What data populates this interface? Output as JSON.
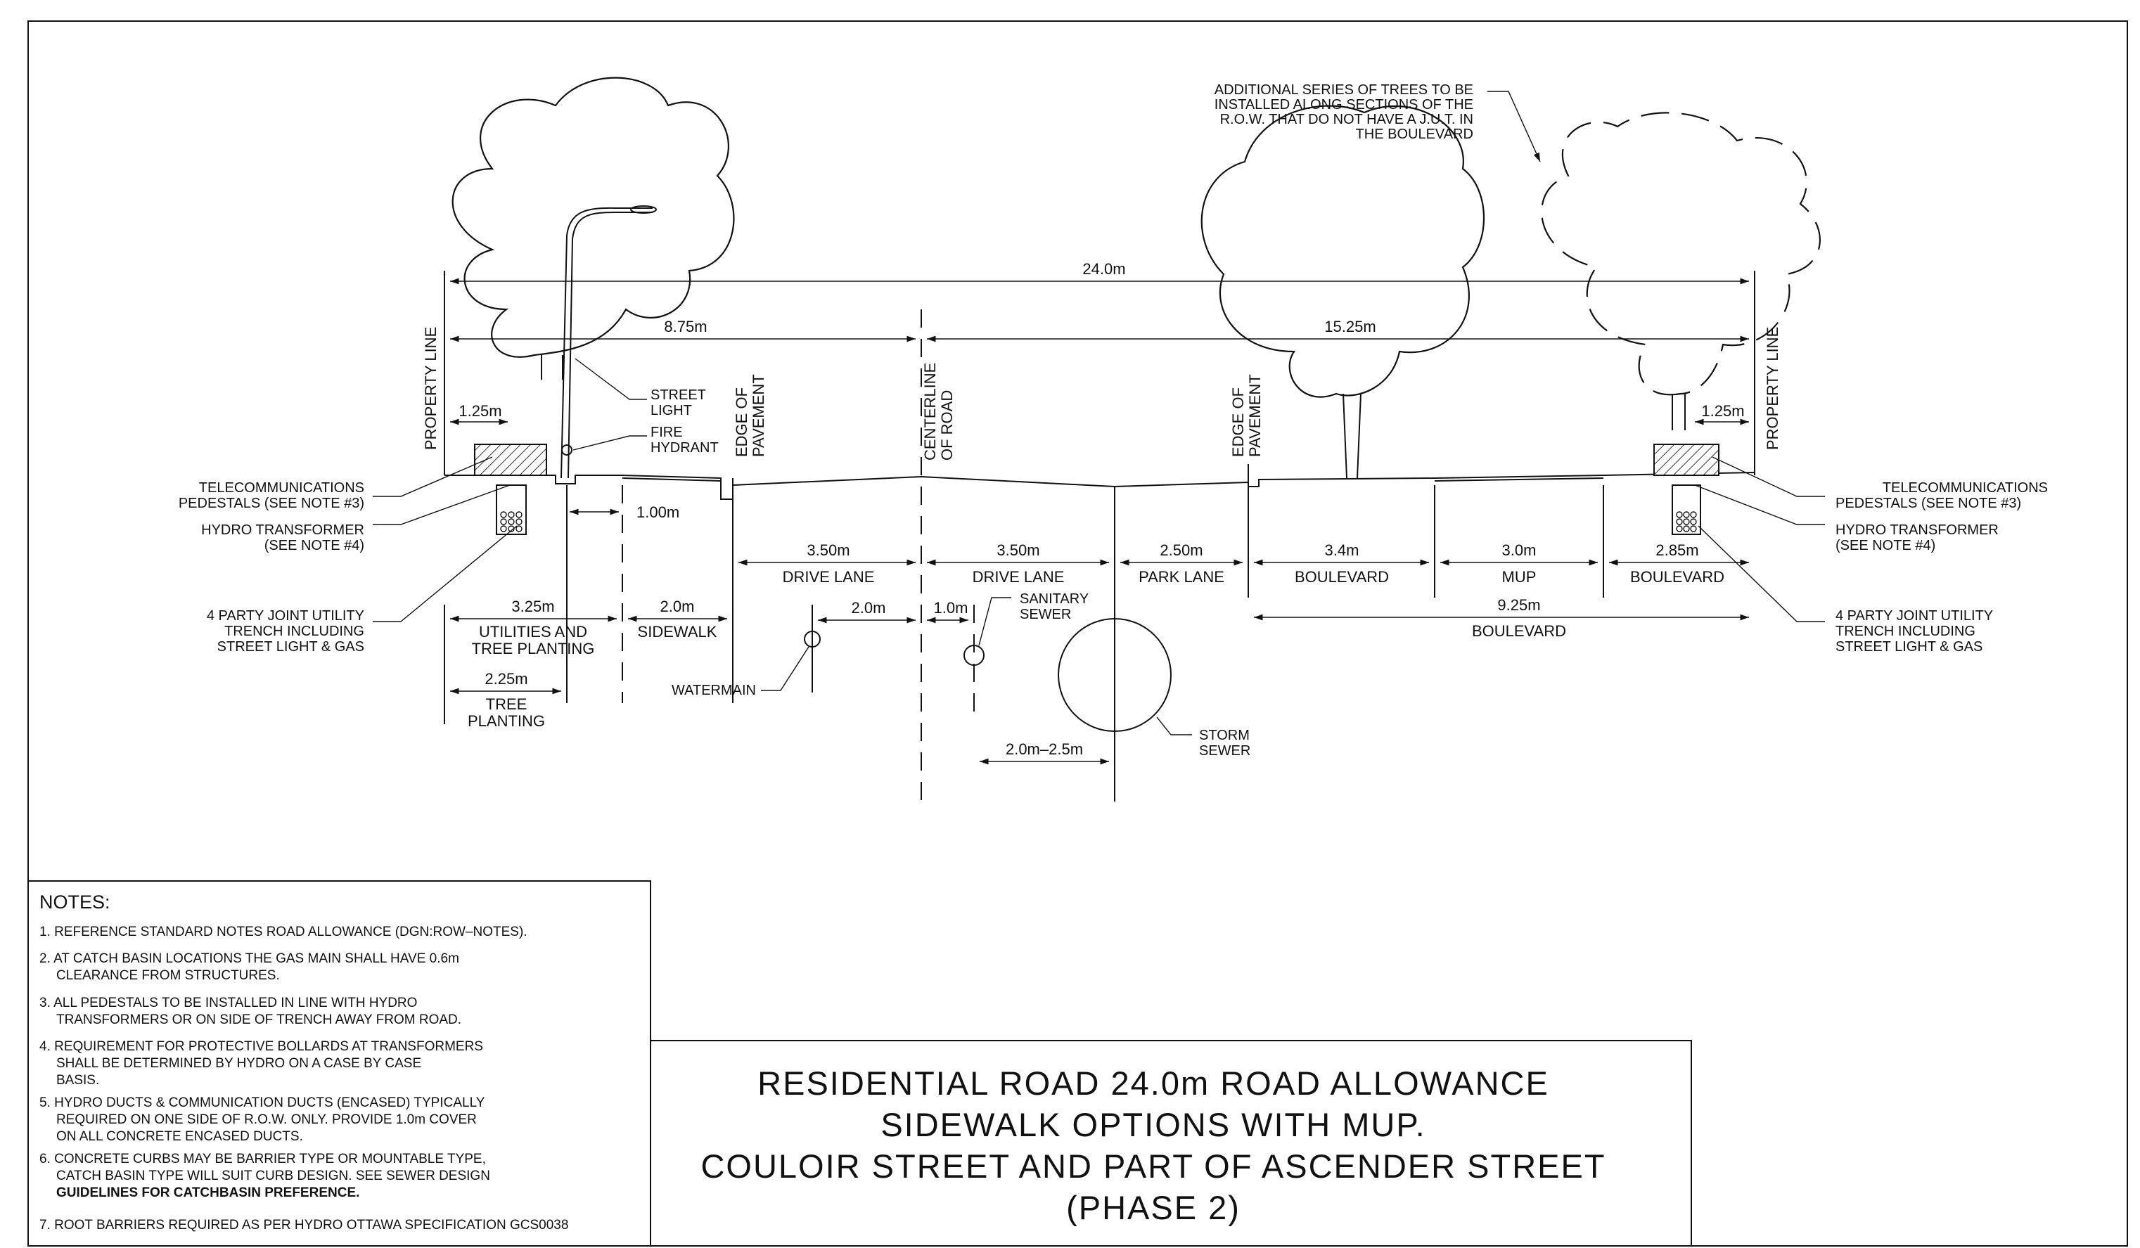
{
  "dimensions": {
    "overall": "24.0m",
    "left_to_centerline": "8.75m",
    "centerline_to_right": "15.25m",
    "left_telecom": "1.25m",
    "right_telecom": "1.25m",
    "light_offset": "1.00m",
    "utilities": "3.25m",
    "sidewalk": "2.0m",
    "tree_planting": "2.25m",
    "drive_lane_1": "3.50m",
    "drive_lane_2": "3.50m",
    "park_lane": "2.50m",
    "boulevard_1": "3.4m",
    "mup": "3.0m",
    "boulevard_2": "2.85m",
    "boulevard_total": "9.25m",
    "watermain_offset": "2.0m",
    "sanitary_offset": "1.0m",
    "storm_offset": "2.0m–2.5m"
  },
  "zones": {
    "utilities_line1": "UTILITIES AND",
    "utilities_line2": "TREE PLANTING",
    "sidewalk": "SIDEWALK",
    "tree_line1": "TREE",
    "tree_line2": "PLANTING",
    "drive_lane_1": "DRIVE LANE",
    "drive_lane_2": "DRIVE LANE",
    "park_lane": "PARK LANE",
    "boulevard_1": "BOULEVARD",
    "mup": "MUP",
    "boulevard_2": "BOULEVARD",
    "boulevard_total": "BOULEVARD"
  },
  "vertical_labels": {
    "property_line_left": "PROPERTY LINE",
    "property_line_right": "PROPERTY LINE",
    "edge_left_1": "EDGE OF",
    "edge_left_2": "PAVEMENT",
    "centerline_1": "CENTERLINE",
    "centerline_2": "OF ROAD",
    "edge_right_1": "EDGE OF",
    "edge_right_2": "PAVEMENT"
  },
  "callouts": {
    "street_light_1": "STREET",
    "street_light_2": "LIGHT",
    "fire_hydrant_1": "FIRE",
    "fire_hydrant_2": "HYDRANT",
    "telecom_left_1": "TELECOMMUNICATIONS",
    "telecom_left_2": "PEDESTALS (SEE NOTE #3)",
    "hydro_left_1": "HYDRO TRANSFORMER",
    "hydro_left_2": "(SEE NOTE #4)",
    "trench_left_1": "4 PARTY JOINT UTILITY",
    "trench_left_2": "TRENCH INCLUDING",
    "trench_left_3": "STREET LIGHT & GAS",
    "telecom_right_1": "TELECOMMUNICATIONS",
    "telecom_right_2": "PEDESTALS (SEE NOTE #3)",
    "hydro_right_1": "HYDRO TRANSFORMER",
    "hydro_right_2": "(SEE NOTE #4)",
    "trench_right_1": "4 PARTY JOINT UTILITY",
    "trench_right_2": "TRENCH INCLUDING",
    "trench_right_3": "STREET LIGHT & GAS",
    "watermain": "WATERMAIN",
    "sanitary_1": "SANITARY",
    "sanitary_2": "SEWER",
    "storm_1": "STORM",
    "storm_2": "SEWER",
    "additional_1": "ADDITIONAL SERIES OF TREES TO BE",
    "additional_2": "INSTALLED ALONG SECTIONS OF THE",
    "additional_3": "R.O.W. THAT DO NOT HAVE A J.U.T. IN",
    "additional_4": "THE BOULEVARD"
  },
  "notes": {
    "heading": "NOTES:",
    "n1": "1.  REFERENCE STANDARD NOTES ROAD ALLOWANCE (DGN:ROW–NOTES).",
    "n2a": "2.  AT CATCH BASIN LOCATIONS THE GAS MAIN SHALL HAVE 0.6m",
    "n2b": "CLEARANCE FROM STRUCTURES.",
    "n3a": "3.  ALL PEDESTALS TO BE INSTALLED IN LINE WITH HYDRO",
    "n3b": "TRANSFORMERS OR ON SIDE OF TRENCH AWAY FROM ROAD.",
    "n4a": "4.  REQUIREMENT FOR PROTECTIVE BOLLARDS AT TRANSFORMERS",
    "n4b": "SHALL BE DETERMINED BY HYDRO ON A CASE BY CASE",
    "n4c": "BASIS.",
    "n5a": "5.  HYDRO DUCTS & COMMUNICATION DUCTS (ENCASED) TYPICALLY",
    "n5b": "REQUIRED ON ONE SIDE OF R.O.W. ONLY.   PROVIDE 1.0m COVER",
    "n5c": "ON ALL CONCRETE ENCASED DUCTS.",
    "n6a": "6.  CONCRETE CURBS MAY BE BARRIER TYPE OR MOUNTABLE TYPE,",
    "n6b": "CATCH BASIN TYPE WILL SUIT CURB DESIGN. SEE SEWER DESIGN",
    "n6c": "GUIDELINES FOR CATCHBASIN PREFERENCE.",
    "n7": "7.  ROOT BARRIERS REQUIRED AS PER HYDRO OTTAWA SPECIFICATION GCS0038"
  },
  "title_block": {
    "line1": "RESIDENTIAL ROAD 24.0m ROAD ALLOWANCE",
    "line2": "SIDEWALK OPTIONS WITH MUP.",
    "line3": "COULOIR STREET AND PART OF ASCENDER STREET",
    "line4": "(PHASE 2)"
  }
}
